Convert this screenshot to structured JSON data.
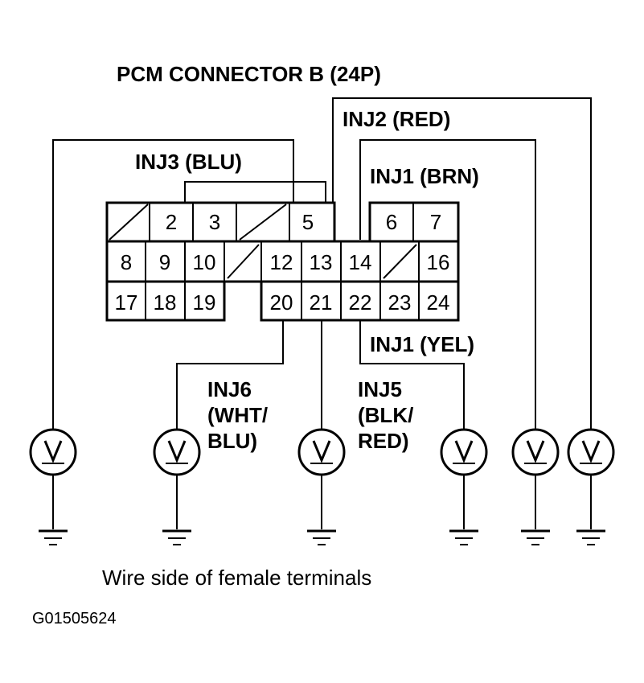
{
  "title": "PCM CONNECTOR B (24P)",
  "caption": "Wire side of female terminals",
  "figure_code": "G01505624",
  "pins": {
    "p2": "2",
    "p3": "3",
    "p5": "5",
    "p6": "6",
    "p7": "7",
    "p8": "8",
    "p9": "9",
    "p10": "10",
    "p12": "12",
    "p13": "13",
    "p14": "14",
    "p16": "16",
    "p17": "17",
    "p18": "18",
    "p19": "19",
    "p20": "20",
    "p21": "21",
    "p22": "22",
    "p23": "23",
    "p24": "24"
  },
  "labels": {
    "inj2": "INJ2 (RED)",
    "inj3": "INJ3 (BLU)",
    "inj1_brn": "INJ1 (BRN)",
    "inj1_yel": "INJ1 (YEL)",
    "inj6": [
      "INJ6",
      "(WHT/",
      "BLU)"
    ],
    "inj5": [
      "INJ5",
      "(BLK/",
      "RED)"
    ]
  },
  "meter_symbol": "V"
}
